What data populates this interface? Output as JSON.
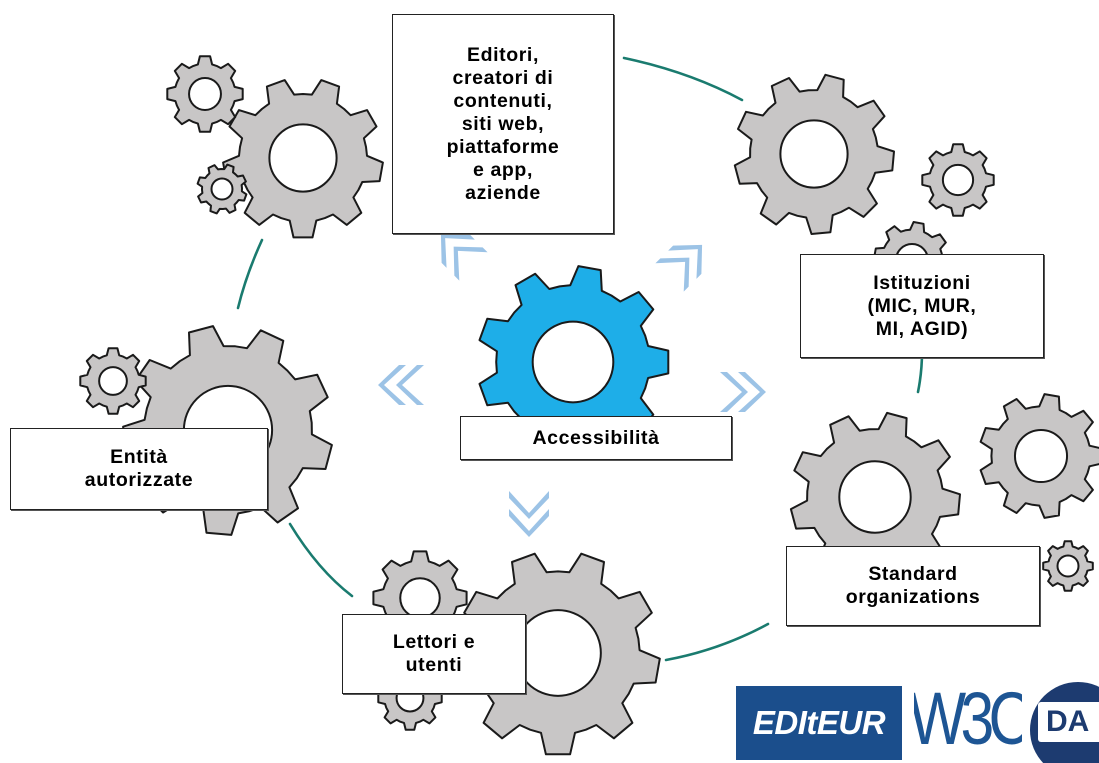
{
  "diagram": {
    "center_label": "Accessibilità",
    "stakeholders": {
      "publishers": "Editori,\ncreatori di\ncontenuti,\nsiti web,\npiattaforme\ne app,\naziende",
      "institutions": "Istituzioni\n(MIC, MUR,\nMI, AGID)",
      "standards": "Standard\norganizations",
      "readers": "Lettori e\nutenti",
      "authorized": "Entità\nautorizzate"
    }
  },
  "logos": {
    "editeur": "EDItEUR",
    "w3c": "W3C",
    "daisy": "DA"
  },
  "colors": {
    "gear_gray": "#c8c6c6",
    "gear_blue": "#1eaee8",
    "chevron": "#9cc3e6",
    "ring": "#1a7b6f",
    "editeur_blue": "#1b4e8c",
    "w3c_blue": "#1d5594",
    "daisy_navy": "#1d3b70"
  },
  "icons": [
    "gear-icon",
    "chevron-double-icon"
  ]
}
